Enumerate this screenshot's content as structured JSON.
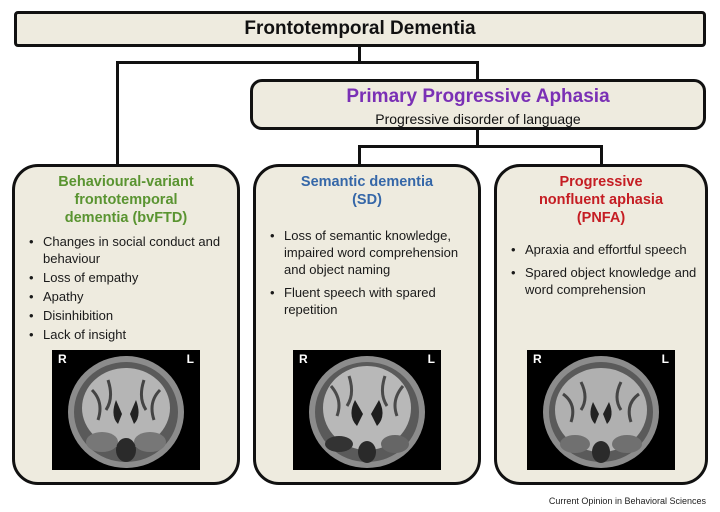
{
  "root": {
    "title": "Frontotemporal Dementia"
  },
  "ppa": {
    "title": "Primary Progressive Aphasia",
    "subtitle": "Progressive disorder of language"
  },
  "cards": [
    {
      "title_lines": [
        "Behavioural-variant",
        "frontotemporal",
        "dementia (bvFTD)"
      ],
      "color": "#5a9431",
      "bullets": [
        "Changes in social conduct and behaviour",
        "Loss of empathy",
        "Apathy",
        "Disinhibition",
        "Lack of insight"
      ],
      "mri": {
        "left_label": "R",
        "right_label": "L"
      }
    },
    {
      "title_lines": [
        "Semantic dementia",
        "(SD)"
      ],
      "color": "#3567a8",
      "bullets": [
        "Loss of semantic knowledge, impaired word comprehension and object naming",
        "Fluent speech with spared repetition"
      ],
      "mri": {
        "left_label": "R",
        "right_label": "L"
      }
    },
    {
      "title_lines": [
        "Progressive",
        "nonfluent aphasia",
        "(PNFA)"
      ],
      "color": "#c51d23",
      "bullets": [
        "Apraxia and effortful speech",
        "Spared object knowledge and word comprehension"
      ],
      "mri": {
        "left_label": "R",
        "right_label": "L"
      }
    }
  ],
  "caption": "Current Opinion in Behavioral Sciences"
}
